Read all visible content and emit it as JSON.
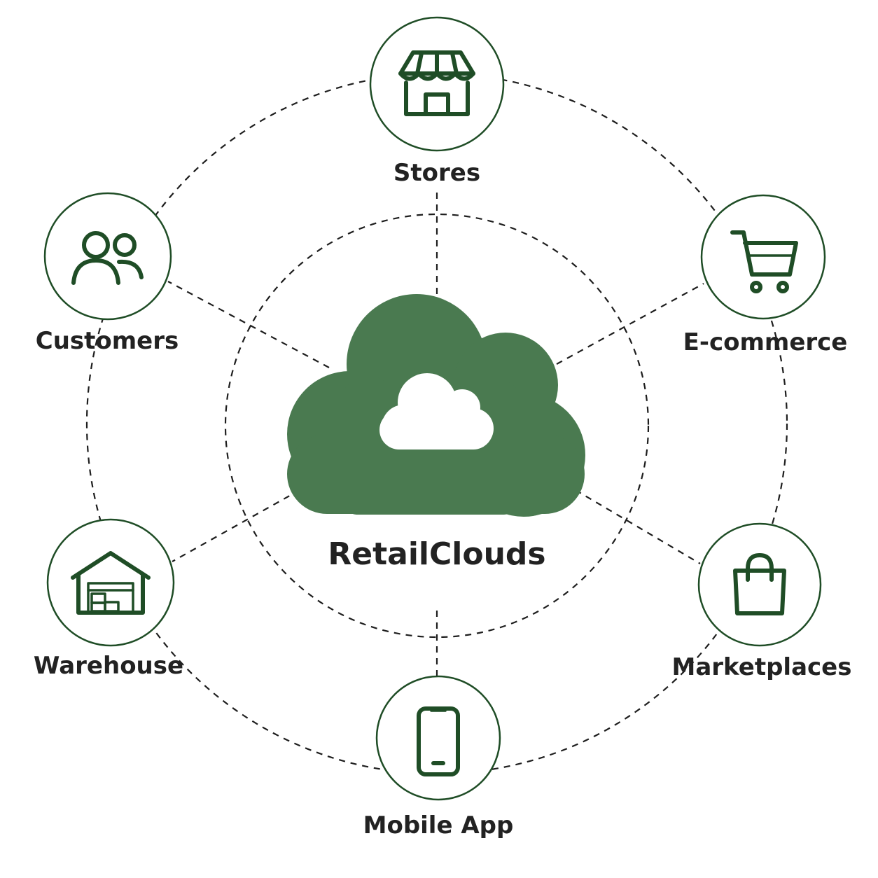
{
  "diagram": {
    "center": {
      "label": "RetailClouds",
      "icon": "cloud-icon",
      "accent_color": "#4a7a50"
    },
    "nodes": [
      {
        "id": "stores",
        "label": "Stores",
        "icon": "store-icon"
      },
      {
        "id": "ecommerce",
        "label": "E-commerce",
        "icon": "shopping-cart-icon"
      },
      {
        "id": "marketplaces",
        "label": "Marketplaces",
        "icon": "shopping-bag-icon"
      },
      {
        "id": "mobile-app",
        "label": "Mobile App",
        "icon": "smartphone-icon"
      },
      {
        "id": "warehouse",
        "label": "Warehouse",
        "icon": "warehouse-icon"
      },
      {
        "id": "customers",
        "label": "Customers",
        "icon": "users-icon"
      }
    ],
    "colors": {
      "icon_stroke": "#1f4d26",
      "connector": "#1e1e1e",
      "text": "#222222"
    }
  }
}
